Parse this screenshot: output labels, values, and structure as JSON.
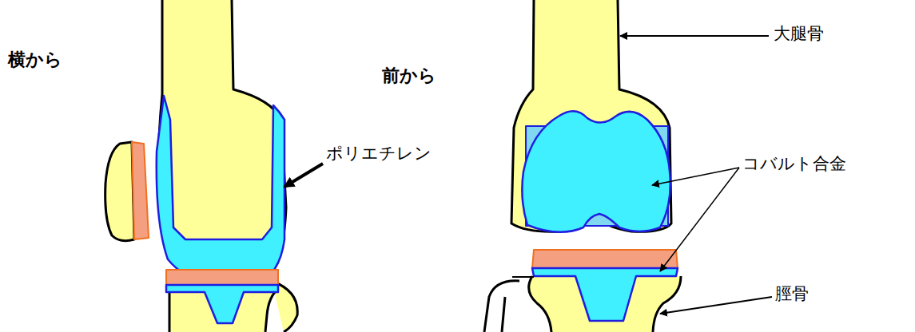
{
  "diagram": {
    "labels": [
      "横から",
      "前から",
      "ポリエチレン",
      "大腿骨",
      "コバルト合金",
      "脛骨"
    ]
  }
}
